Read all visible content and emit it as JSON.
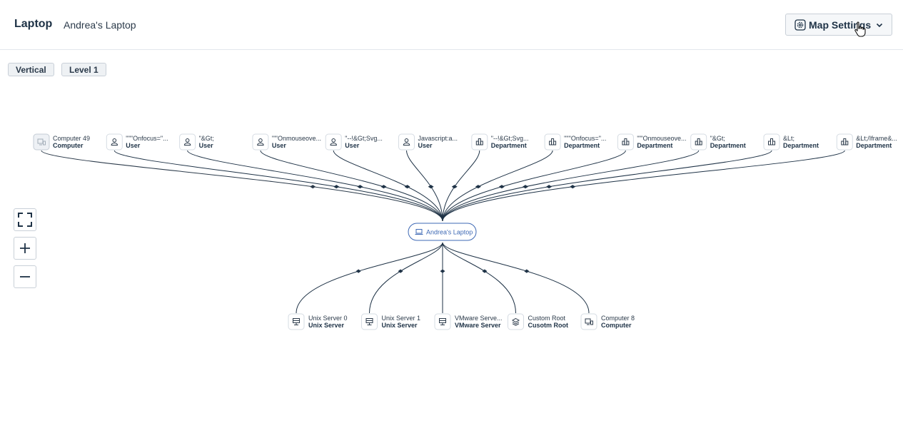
{
  "header": {
    "title": "Laptop",
    "subtitle": "Andrea's Laptop",
    "settings_label": "Map Settings"
  },
  "toolbar": {
    "orientation_chip": "Vertical",
    "level_chip": "Level 1"
  },
  "colors": {
    "edge": "#1e3246",
    "center_node": "#3d68b4",
    "muted": "#a2adb8"
  },
  "graph": {
    "center": {
      "label": "Andrea's Laptop",
      "icon": "laptop-icon"
    },
    "top_nodes": [
      {
        "label": "Computer 49",
        "type": "Computer",
        "icon": "computer-icon",
        "muted": true
      },
      {
        "label": "\"'\"'Onfocus=\"...",
        "type": "User",
        "icon": "user-icon"
      },
      {
        "label": "\"&Gt;",
        "type": "User",
        "icon": "user-icon"
      },
      {
        "label": "\"'\"Onmouseove...",
        "type": "User",
        "icon": "user-icon"
      },
      {
        "label": "\"--!&Gt;Svg...",
        "type": "User",
        "icon": "user-icon"
      },
      {
        "label": "Javascript:a...",
        "type": "User",
        "icon": "user-icon"
      },
      {
        "label": "\"--!&Gt;Svg...",
        "type": "Department",
        "icon": "department-icon"
      },
      {
        "label": "\"'\"'Onfocus=\"...",
        "type": "Department",
        "icon": "department-icon"
      },
      {
        "label": "\"'\"Onmouseove...",
        "type": "Department",
        "icon": "department-icon"
      },
      {
        "label": "\"&Gt;",
        "type": "Department",
        "icon": "department-icon"
      },
      {
        "label": "&Lt;",
        "type": "Department",
        "icon": "department-icon"
      },
      {
        "label": "&Lt;/Iframe&...",
        "type": "Department",
        "icon": "department-icon"
      }
    ],
    "bottom_nodes": [
      {
        "label": "Unix Server 0",
        "type": "Unix Server",
        "icon": "server-icon"
      },
      {
        "label": "Unix Server 1",
        "type": "Unix Server",
        "icon": "server-icon"
      },
      {
        "label": "VMware Serve...",
        "type": "VMware Server",
        "icon": "server-icon"
      },
      {
        "label": "Custom Root",
        "type": "Cusotm Root",
        "icon": "layers-icon"
      },
      {
        "label": "Computer 8",
        "type": "Computer",
        "icon": "computer-icon"
      }
    ]
  }
}
